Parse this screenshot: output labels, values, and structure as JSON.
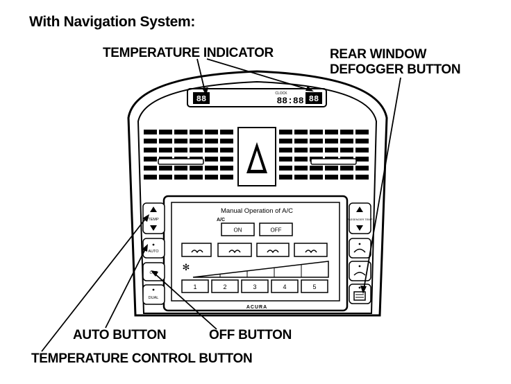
{
  "heading": "With Navigation System:",
  "callouts": {
    "temperature_indicator": "TEMPERATURE INDICATOR",
    "rear_defogger_line1": "REAR WINDOW",
    "rear_defogger_line2": "DEFOGGER BUTTON",
    "auto_button": "AUTO BUTTON",
    "off_button": "OFF BUTTON",
    "temperature_control_button": "TEMPERATURE CONTROL BUTTON"
  },
  "display": {
    "left_temp": "88",
    "clock_label": "CLOCK",
    "clock_digits": "88:88",
    "right_temp": "88"
  },
  "screen": {
    "title": "Manual Operation of A/C",
    "subtitle": "A/C",
    "on_label": "ON",
    "off_label": "OFF",
    "fan_levels": [
      "1",
      "2",
      "3",
      "4",
      "5"
    ],
    "brand": "ACURA"
  },
  "left_buttons": {
    "temp": "TEMP",
    "auto": "AUTO",
    "off": "OFF",
    "dual": "DUAL"
  },
  "right_buttons": {
    "passenger_temp": "PASSENGER TEMP"
  }
}
